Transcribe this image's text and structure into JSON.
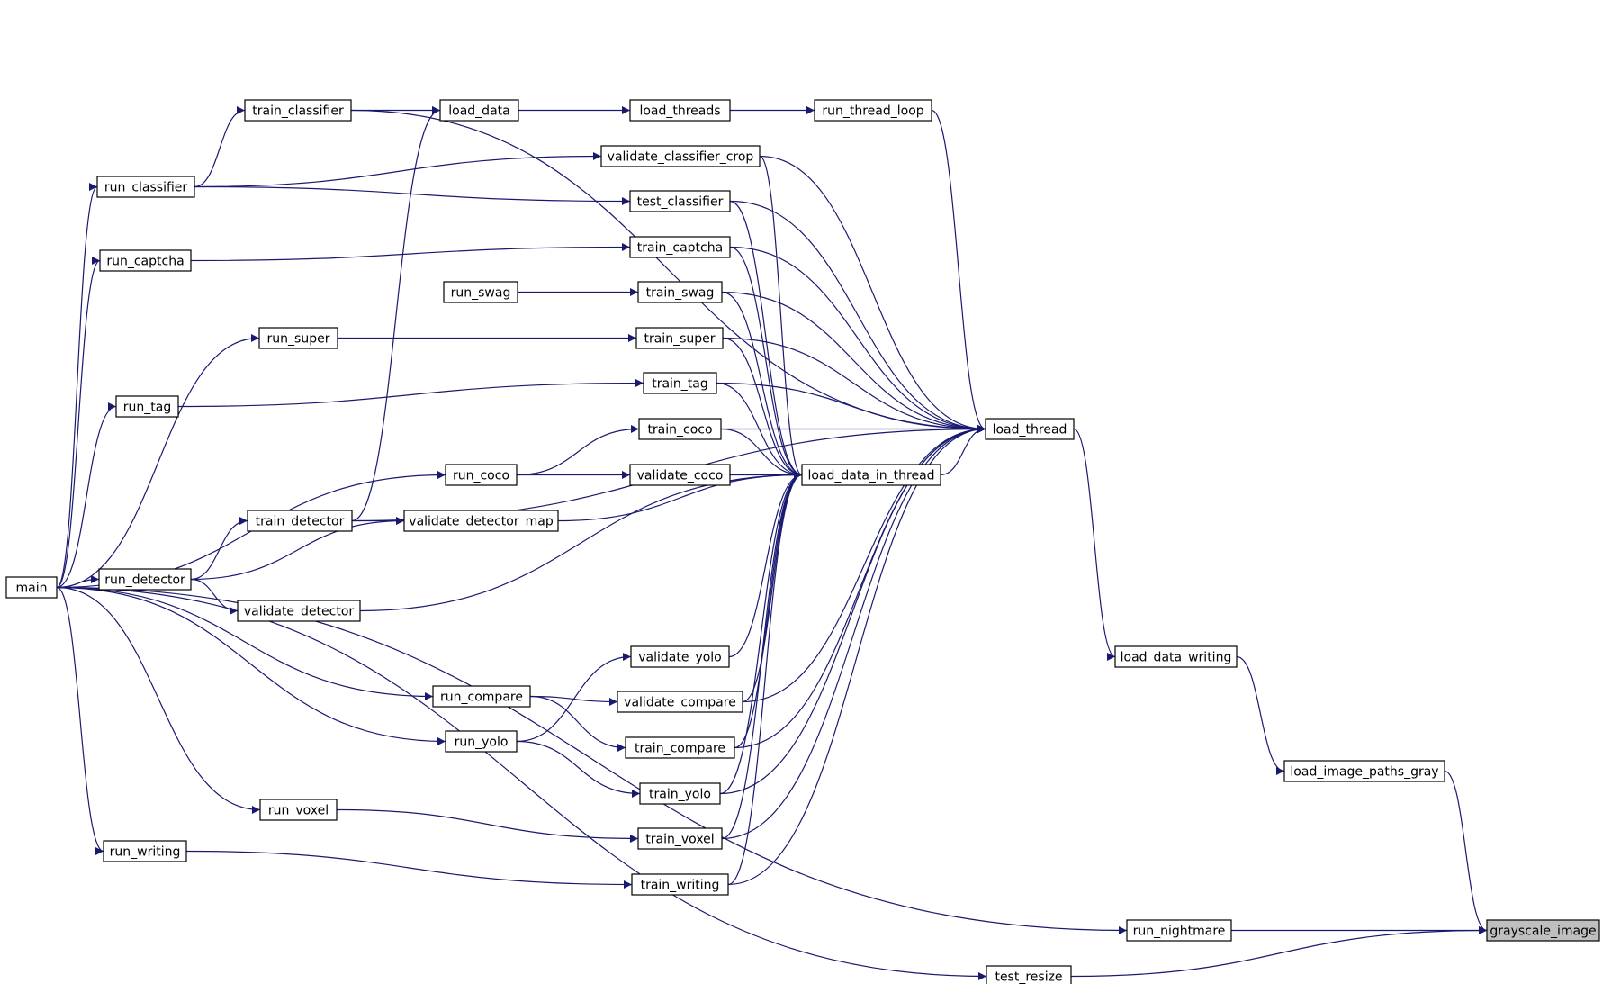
{
  "colors": {
    "edge": "#191970",
    "node_border": "#000000",
    "node_fill": "#ffffff",
    "focus_fill": "#bfbfbf"
  },
  "focus_node": "grayscale_image",
  "nodes": [
    {
      "id": "main",
      "label": "main"
    },
    {
      "id": "train_classifier",
      "label": "train_classifier"
    },
    {
      "id": "load_data",
      "label": "load_data"
    },
    {
      "id": "load_threads",
      "label": "load_threads"
    },
    {
      "id": "run_thread_loop",
      "label": "run_thread_loop"
    },
    {
      "id": "run_classifier",
      "label": "run_classifier"
    },
    {
      "id": "validate_classifier_crop",
      "label": "validate_classifier_crop"
    },
    {
      "id": "test_classifier",
      "label": "test_classifier"
    },
    {
      "id": "run_captcha",
      "label": "run_captcha"
    },
    {
      "id": "train_captcha",
      "label": "train_captcha"
    },
    {
      "id": "run_swag",
      "label": "run_swag"
    },
    {
      "id": "train_swag",
      "label": "train_swag"
    },
    {
      "id": "run_super",
      "label": "run_super"
    },
    {
      "id": "train_super",
      "label": "train_super"
    },
    {
      "id": "run_tag",
      "label": "run_tag"
    },
    {
      "id": "train_tag",
      "label": "train_tag"
    },
    {
      "id": "train_coco",
      "label": "train_coco"
    },
    {
      "id": "load_thread",
      "label": "load_thread"
    },
    {
      "id": "run_coco",
      "label": "run_coco"
    },
    {
      "id": "validate_coco",
      "label": "validate_coco"
    },
    {
      "id": "load_data_in_thread",
      "label": "load_data_in_thread"
    },
    {
      "id": "train_detector",
      "label": "train_detector"
    },
    {
      "id": "validate_detector_map",
      "label": "validate_detector_map"
    },
    {
      "id": "run_detector",
      "label": "run_detector"
    },
    {
      "id": "validate_detector",
      "label": "validate_detector"
    },
    {
      "id": "validate_yolo",
      "label": "validate_yolo"
    },
    {
      "id": "load_data_writing",
      "label": "load_data_writing"
    },
    {
      "id": "run_compare",
      "label": "run_compare"
    },
    {
      "id": "validate_compare",
      "label": "validate_compare"
    },
    {
      "id": "run_yolo",
      "label": "run_yolo"
    },
    {
      "id": "train_compare",
      "label": "train_compare"
    },
    {
      "id": "load_image_paths_gray",
      "label": "load_image_paths_gray"
    },
    {
      "id": "train_yolo",
      "label": "train_yolo"
    },
    {
      "id": "run_voxel",
      "label": "run_voxel"
    },
    {
      "id": "train_voxel",
      "label": "train_voxel"
    },
    {
      "id": "run_writing",
      "label": "run_writing"
    },
    {
      "id": "train_writing",
      "label": "train_writing"
    },
    {
      "id": "run_nightmare",
      "label": "run_nightmare"
    },
    {
      "id": "grayscale_image",
      "label": "grayscale_image"
    },
    {
      "id": "test_resize",
      "label": "test_resize"
    }
  ],
  "edges": [
    {
      "from": "main",
      "to": "run_classifier"
    },
    {
      "from": "main",
      "to": "run_captcha"
    },
    {
      "from": "main",
      "to": "run_super"
    },
    {
      "from": "main",
      "to": "run_tag"
    },
    {
      "from": "main",
      "to": "run_coco"
    },
    {
      "from": "main",
      "to": "run_detector"
    },
    {
      "from": "main",
      "to": "run_compare"
    },
    {
      "from": "main",
      "to": "run_yolo"
    },
    {
      "from": "main",
      "to": "run_voxel"
    },
    {
      "from": "main",
      "to": "run_writing"
    },
    {
      "from": "main",
      "to": "run_nightmare"
    },
    {
      "from": "main",
      "to": "test_resize"
    },
    {
      "from": "run_classifier",
      "to": "train_classifier"
    },
    {
      "from": "run_classifier",
      "to": "validate_classifier_crop"
    },
    {
      "from": "run_classifier",
      "to": "test_classifier"
    },
    {
      "from": "train_classifier",
      "to": "load_data"
    },
    {
      "from": "train_classifier",
      "to": "load_thread"
    },
    {
      "from": "load_data",
      "to": "load_threads"
    },
    {
      "from": "load_threads",
      "to": "run_thread_loop"
    },
    {
      "from": "run_thread_loop",
      "to": "load_thread"
    },
    {
      "from": "validate_classifier_crop",
      "to": "load_thread"
    },
    {
      "from": "validate_classifier_crop",
      "to": "load_data_in_thread"
    },
    {
      "from": "test_classifier",
      "to": "load_thread"
    },
    {
      "from": "test_classifier",
      "to": "load_data_in_thread"
    },
    {
      "from": "run_captcha",
      "to": "train_captcha"
    },
    {
      "from": "train_captcha",
      "to": "load_thread"
    },
    {
      "from": "train_captcha",
      "to": "load_data_in_thread"
    },
    {
      "from": "run_swag",
      "to": "train_swag"
    },
    {
      "from": "train_swag",
      "to": "load_thread"
    },
    {
      "from": "train_swag",
      "to": "load_data_in_thread"
    },
    {
      "from": "run_super",
      "to": "train_super"
    },
    {
      "from": "train_super",
      "to": "load_thread"
    },
    {
      "from": "train_super",
      "to": "load_data_in_thread"
    },
    {
      "from": "run_tag",
      "to": "train_tag"
    },
    {
      "from": "train_tag",
      "to": "load_thread"
    },
    {
      "from": "train_tag",
      "to": "load_data_in_thread"
    },
    {
      "from": "run_coco",
      "to": "train_coco"
    },
    {
      "from": "run_coco",
      "to": "validate_coco"
    },
    {
      "from": "train_coco",
      "to": "load_thread"
    },
    {
      "from": "train_coco",
      "to": "load_data_in_thread"
    },
    {
      "from": "validate_coco",
      "to": "load_data_in_thread"
    },
    {
      "from": "load_data_in_thread",
      "to": "load_thread"
    },
    {
      "from": "run_detector",
      "to": "train_detector"
    },
    {
      "from": "run_detector",
      "to": "validate_detector_map"
    },
    {
      "from": "run_detector",
      "to": "validate_detector"
    },
    {
      "from": "train_detector",
      "to": "load_data"
    },
    {
      "from": "train_detector",
      "to": "validate_detector_map"
    },
    {
      "from": "train_detector",
      "to": "load_thread"
    },
    {
      "from": "validate_detector_map",
      "to": "load_data_in_thread"
    },
    {
      "from": "validate_detector",
      "to": "load_data_in_thread"
    },
    {
      "from": "run_yolo",
      "to": "validate_yolo"
    },
    {
      "from": "run_yolo",
      "to": "train_yolo"
    },
    {
      "from": "validate_yolo",
      "to": "load_data_in_thread"
    },
    {
      "from": "run_compare",
      "to": "validate_compare"
    },
    {
      "from": "run_compare",
      "to": "train_compare"
    },
    {
      "from": "validate_compare",
      "to": "load_data_in_thread"
    },
    {
      "from": "validate_compare",
      "to": "load_thread"
    },
    {
      "from": "train_compare",
      "to": "load_data_in_thread"
    },
    {
      "from": "train_compare",
      "to": "load_thread"
    },
    {
      "from": "train_yolo",
      "to": "load_data_in_thread"
    },
    {
      "from": "train_yolo",
      "to": "load_thread"
    },
    {
      "from": "run_voxel",
      "to": "train_voxel"
    },
    {
      "from": "train_voxel",
      "to": "load_data_in_thread"
    },
    {
      "from": "train_voxel",
      "to": "load_thread"
    },
    {
      "from": "run_writing",
      "to": "train_writing"
    },
    {
      "from": "train_writing",
      "to": "load_data_in_thread"
    },
    {
      "from": "train_writing",
      "to": "load_thread"
    },
    {
      "from": "load_thread",
      "to": "load_data_writing"
    },
    {
      "from": "load_data_writing",
      "to": "load_image_paths_gray"
    },
    {
      "from": "load_image_paths_gray",
      "to": "grayscale_image"
    },
    {
      "from": "run_nightmare",
      "to": "grayscale_image"
    },
    {
      "from": "test_resize",
      "to": "grayscale_image"
    }
  ]
}
